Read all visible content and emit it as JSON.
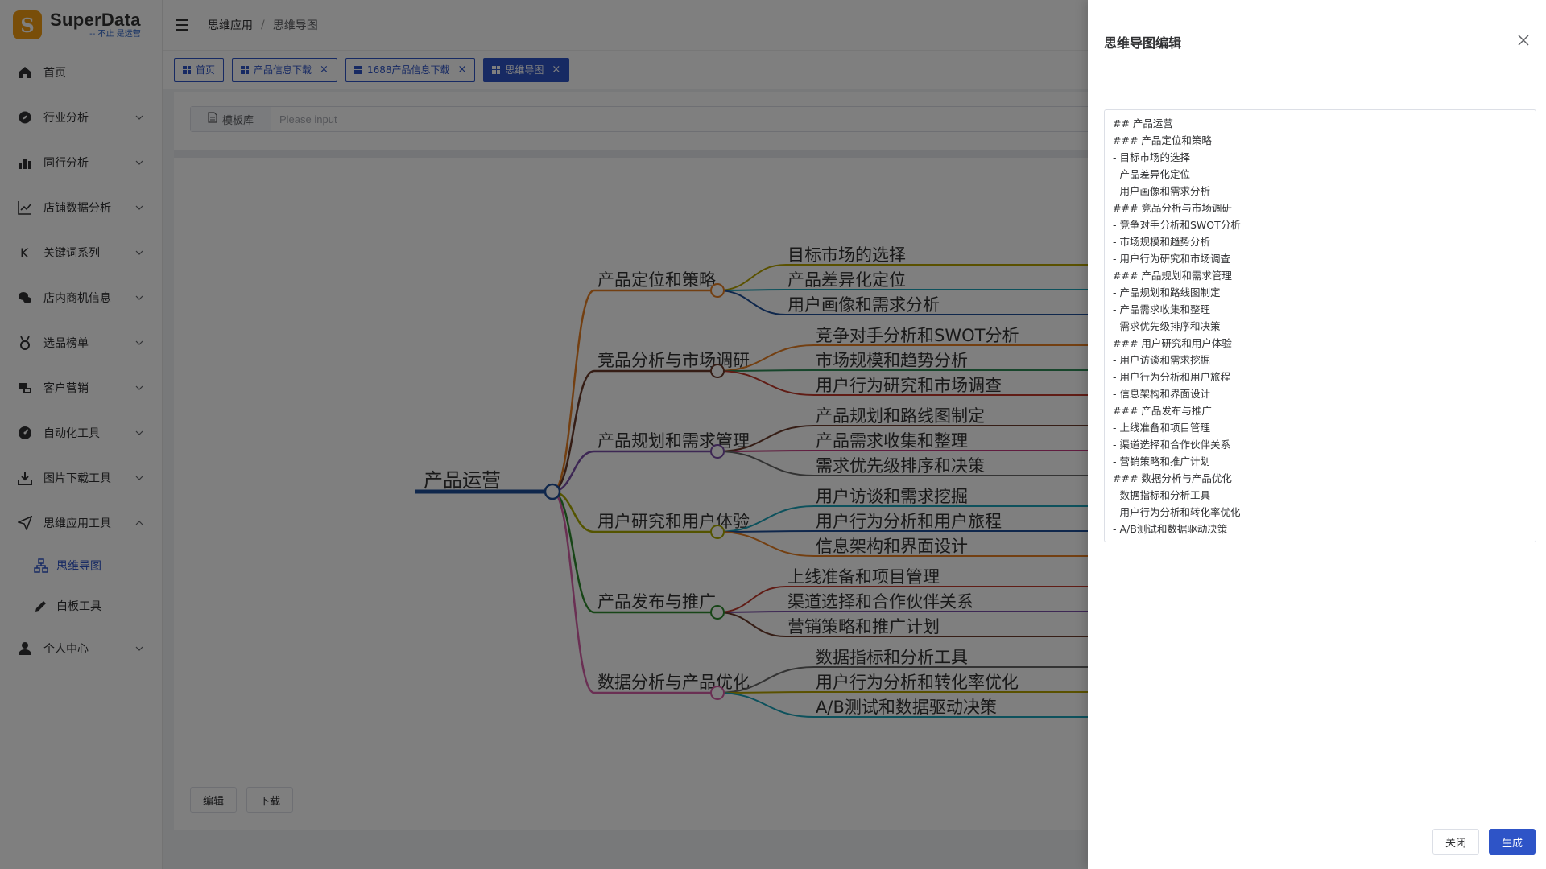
{
  "app": {
    "logo_letter": "S",
    "name": "SuperData",
    "tagline": "-- 不止 是运营"
  },
  "sidebar": {
    "items": [
      {
        "label": "首页",
        "icon": "home-icon",
        "arrow": false
      },
      {
        "label": "行业分析",
        "icon": "compass-icon",
        "arrow": true
      },
      {
        "label": "同行分析",
        "icon": "peers-icon",
        "arrow": true
      },
      {
        "label": "店铺数据分析",
        "icon": "trend-icon",
        "arrow": true
      },
      {
        "label": "关键词系列",
        "icon": "keyword-icon",
        "arrow": true
      },
      {
        "label": "店内商机信息",
        "icon": "chat-icon",
        "arrow": true
      },
      {
        "label": "选品榜单",
        "icon": "medal-icon",
        "arrow": true
      },
      {
        "label": "客户营销",
        "icon": "marketing-icon",
        "arrow": true
      },
      {
        "label": "自动化工具",
        "icon": "gauge-icon",
        "arrow": true
      },
      {
        "label": "图片下载工具",
        "icon": "download-icon",
        "arrow": true
      },
      {
        "label": "思维应用工具",
        "icon": "send-icon",
        "arrow": true,
        "expanded": true
      },
      {
        "label": "个人中心",
        "icon": "user-icon",
        "arrow": true
      }
    ],
    "submenu": [
      {
        "label": "思维导图",
        "icon": "mindmap-icon",
        "active": true
      },
      {
        "label": "白板工具",
        "icon": "pencil-icon",
        "active": false
      }
    ]
  },
  "header": {
    "breadcrumb": [
      "思维应用",
      "思维导图"
    ]
  },
  "tabs": [
    {
      "label": "首页",
      "closable": false,
      "active": false
    },
    {
      "label": "产品信息下载",
      "closable": true,
      "active": false
    },
    {
      "label": "1688产品信息下载",
      "closable": true,
      "active": false
    },
    {
      "label": "思维导图",
      "closable": true,
      "active": true
    }
  ],
  "main": {
    "template_button": "模板库",
    "template_placeholder": "Please input",
    "edit_button": "编辑",
    "download_button": "下载"
  },
  "mindmap": {
    "root": "产品运营",
    "branches": [
      {
        "label": "产品定位和策略",
        "color": "#e67e22",
        "children": [
          "目标市场的选择",
          "产品差异化定位",
          "用户画像和需求分析"
        ],
        "child_colors": [
          "#b5a300",
          "#1aa3b8",
          "#1f4f99"
        ]
      },
      {
        "label": "竞品分析与市场调研",
        "color": "#6b3a2a",
        "children": [
          "竞争对手分析和SWOT分析",
          "市场规模和趋势分析",
          "用户行为研究和市场调查"
        ],
        "child_colors": [
          "#e67e22",
          "#2e8b57",
          "#c0392b"
        ]
      },
      {
        "label": "产品规划和需求管理",
        "color": "#7b4fa8",
        "children": [
          "产品规划和路线图制定",
          "产品需求收集和整理",
          "需求优先级排序和决策"
        ],
        "child_colors": [
          "#6b3a2a",
          "#c0397e",
          "#666666"
        ]
      },
      {
        "label": "用户研究和用户体验",
        "color": "#a8a800",
        "children": [
          "用户访谈和需求挖掘",
          "用户行为分析和用户旅程",
          "信息架构和界面设计"
        ],
        "child_colors": [
          "#1aa3b8",
          "#1f4f99",
          "#e67e22"
        ]
      },
      {
        "label": "产品发布与推广",
        "color": "#2e8b2e",
        "children": [
          "上线准备和项目管理",
          "渠道选择和合作伙伴关系",
          "营销策略和推广计划"
        ],
        "child_colors": [
          "#c0392b",
          "#7b4fa8",
          "#6b3a2a"
        ]
      },
      {
        "label": "数据分析与产品优化",
        "color": "#d45fa6",
        "children": [
          "数据指标和分析工具",
          "用户行为分析和转化率优化",
          "A/B测试和数据驱动决策"
        ],
        "child_colors": [
          "#666666",
          "#b5a300",
          "#1aa3b8"
        ]
      }
    ],
    "root_color": "#1f4f99"
  },
  "drawer": {
    "title": "思维导图编辑",
    "lines": [
      "## 产品运营",
      "### 产品定位和策略",
      "- 目标市场的选择",
      "- 产品差异化定位",
      "- 用户画像和需求分析",
      "### 竞品分析与市场调研",
      "- 竞争对手分析和SWOT分析",
      "- 市场规模和趋势分析",
      "- 用户行为研究和市场调查",
      "### 产品规划和需求管理",
      "- 产品规划和路线图制定",
      "- 产品需求收集和整理",
      "- 需求优先级排序和决策",
      "### 用户研究和用户体验",
      "- 用户访谈和需求挖掘",
      "- 用户行为分析和用户旅程",
      "- 信息架构和界面设计",
      "### 产品发布与推广",
      "- 上线准备和项目管理",
      "- 渠道选择和合作伙伴关系",
      "- 营销策略和推广计划",
      "### 数据分析与产品优化",
      "- 数据指标和分析工具",
      "- 用户行为分析和转化率优化",
      "- A/B测试和数据驱动决策"
    ],
    "close_button": "关闭",
    "generate_button": "生成"
  }
}
